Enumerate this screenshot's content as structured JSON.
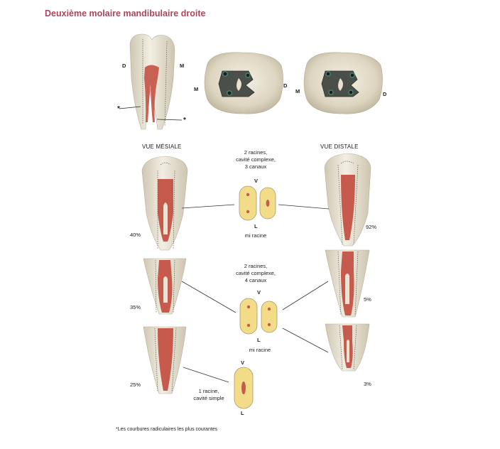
{
  "title": "Deuxième molaire mandibulaire droite",
  "top_labels": {
    "d": "D",
    "m": "M",
    "asterisk": "*"
  },
  "views": {
    "mesial": "VUE MÉSIALE",
    "distal": "VUE DISTALE"
  },
  "groups": [
    {
      "desc": [
        "2 racines,",
        "cavité complexe,",
        "3 canaux"
      ],
      "v": "V",
      "l": "L",
      "note": "mi racine"
    },
    {
      "desc": [
        "2 racines,",
        "cavité complexe,",
        "4 canaux"
      ],
      "v": "V",
      "l": "L",
      "note": "mi racine"
    },
    {
      "desc": [
        "1 racine,",
        "cavité simple"
      ],
      "v": "V",
      "l": "L"
    }
  ],
  "percent_left": [
    "40%",
    "35%",
    "25%"
  ],
  "percent_right": [
    "92%",
    "5%",
    "3%"
  ],
  "footnote": "*Les courbures radiculaires les plus courantes",
  "colors": {
    "title": "#a8475b",
    "tooth": "#e9e3d2",
    "pulp": "#c65a4c",
    "section": "#f3dc88"
  }
}
